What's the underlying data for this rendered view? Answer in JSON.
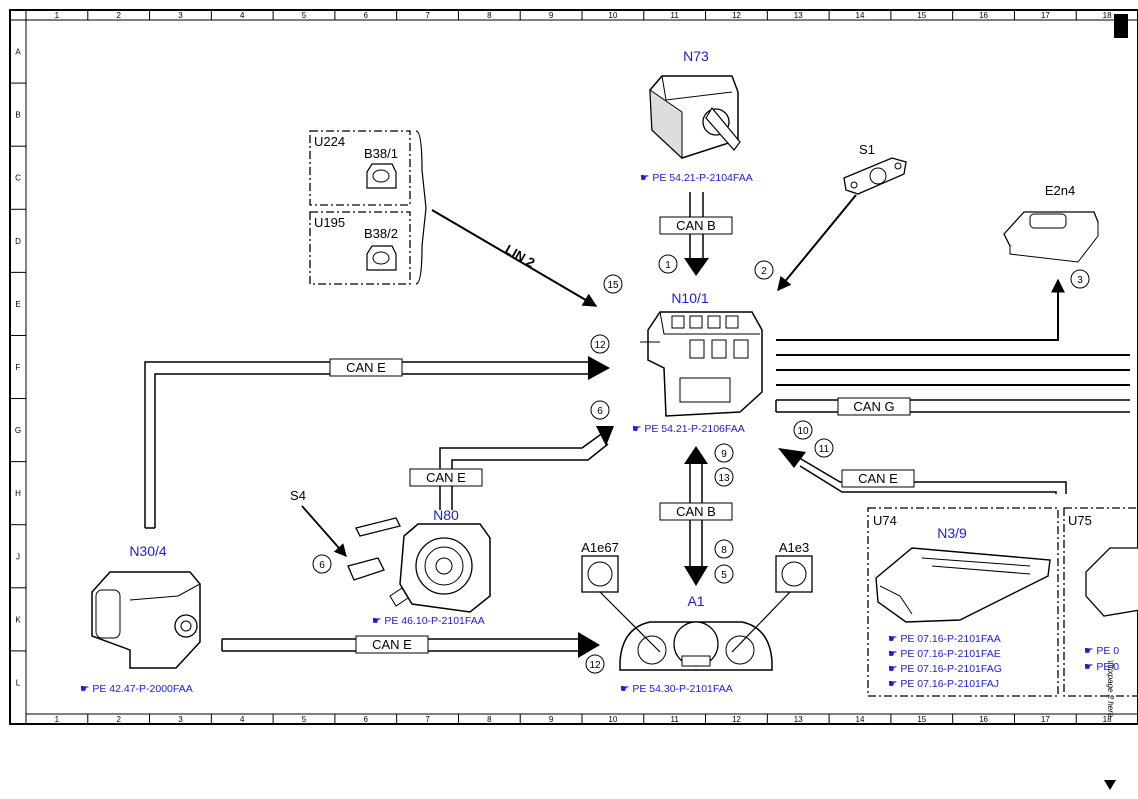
{
  "grid": {
    "columns": [
      "1",
      "2",
      "3",
      "4",
      "5",
      "6",
      "7",
      "8",
      "9",
      "10",
      "11",
      "12",
      "13",
      "14",
      "15",
      "16",
      "17",
      "18"
    ],
    "rows": [
      "A",
      "B",
      "C",
      "D",
      "E",
      "F",
      "G",
      "H",
      "J",
      "K",
      "L"
    ]
  },
  "components": {
    "n73": {
      "label": "N73",
      "ref": "PE 54.21-P-2104FAA"
    },
    "s1": {
      "label": "S1"
    },
    "e2n4": {
      "label": "E2n4"
    },
    "u224": {
      "label": "U224",
      "sensor": "B38/1"
    },
    "u195": {
      "label": "U195",
      "sensor": "B38/2"
    },
    "n10_1": {
      "label": "N10/1",
      "ref": "PE 54.21-P-2106FAA"
    },
    "n30_4": {
      "label": "N30/4",
      "ref": "PE 42.47-P-2000FAA"
    },
    "s4": {
      "label": "S4"
    },
    "n80": {
      "label": "N80",
      "ref": "PE 46.10-P-2101FAA"
    },
    "a1": {
      "label": "A1",
      "ref": "PE 54.30-P-2101FAA"
    },
    "a1e67": {
      "label": "A1e67"
    },
    "a1e3": {
      "label": "A1e3"
    },
    "u74": {
      "label": "U74"
    },
    "n3_9": {
      "label": "N3/9",
      "refs": [
        "PE 07.16-P-2101FAA",
        "PE 07.16-P-2101FAE",
        "PE 07.16-P-2101FAG",
        "PE 07.16-P-2101FAJ"
      ]
    },
    "u75": {
      "label": "U75",
      "refs": [
        "PE 0",
        "PE 0"
      ]
    }
  },
  "buses": {
    "can_b_top": "CAN B",
    "can_b_bottom": "CAN B",
    "can_e_left": "CAN E",
    "can_e_mid": "CAN E",
    "can_e_bottom": "CAN E",
    "can_e_right": "CAN E",
    "can_g": "CAN G",
    "lin2": "LIN 2"
  },
  "numbers": {
    "n1": "1",
    "n2": "2",
    "n3": "3",
    "n5": "5",
    "n6a": "6",
    "n6b": "6",
    "n8": "8",
    "n9": "9",
    "n10": "10",
    "n11": "11",
    "n12a": "12",
    "n12b": "12",
    "n13": "13",
    "n15": "15"
  },
  "page_note": "\\fftixpage 2 here"
}
